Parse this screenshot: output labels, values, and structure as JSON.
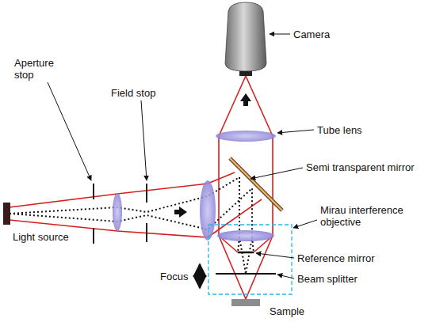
{
  "diagram": {
    "labels": [
      "Camera",
      "Tube lens",
      "Aperture stop",
      "Field stop",
      "Semi transparent mirror",
      "Light source",
      "Mirau interference objective",
      "Reference mirror",
      "Focus",
      "Beam splitter",
      "Sample"
    ]
  }
}
